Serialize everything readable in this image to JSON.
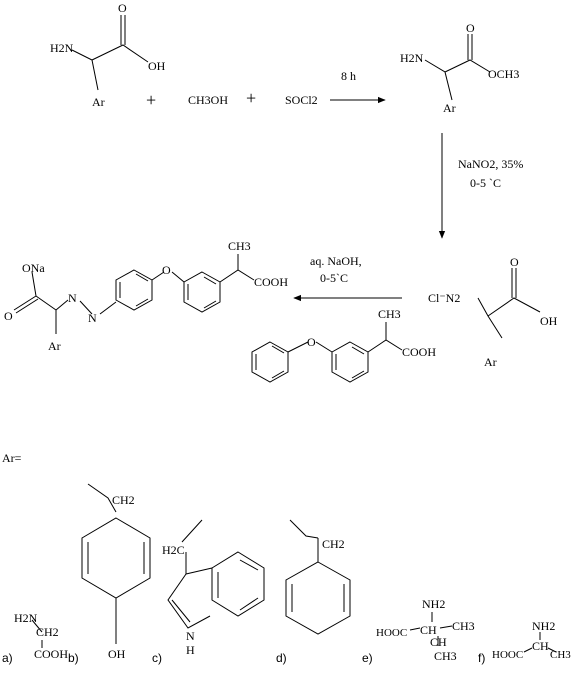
{
  "scheme": {
    "reactant": {
      "amine": "H2N",
      "carbonyl_o": "O",
      "hydroxyl": "OH",
      "aryl": "Ar"
    },
    "plus1": "+",
    "methanol": "CH3OH",
    "plus2": "+",
    "thionyl_chloride": "SOCl2",
    "step1_condition": "8 h",
    "ester": {
      "amine": "H2N",
      "carbonyl_o": "O",
      "methoxy": "OCH3",
      "aryl": "Ar"
    },
    "step2_conditions": [
      "NaNO2, 35%",
      "0-5 `C"
    ],
    "diazonium": {
      "salt": "Cl⁻N2",
      "carbonyl_o": "O",
      "hydroxyl": "OH",
      "aryl": "Ar"
    },
    "fenoprofen": {
      "ether_o": "O",
      "methyl": "CH3",
      "acid": "COOH"
    },
    "step3_conditions": [
      "aq. NaOH,",
      "0-5`C"
    ],
    "product": {
      "salt": "ONa",
      "carbonyl_o": "O",
      "azo_n1": "N",
      "azo_n2": "N",
      "aryl": "Ar",
      "ether_o": "O",
      "methyl": "CH3",
      "acid": "COOH"
    }
  },
  "legend": {
    "ar_label": "Ar=",
    "options": [
      {
        "letter": "a)",
        "formula": [
          "H2N",
          "CH2",
          "COOH"
        ]
      },
      {
        "letter": "b)",
        "formula": [
          "CH2",
          "OH"
        ]
      },
      {
        "letter": "c)",
        "formula": [
          "H2C",
          "N",
          "H"
        ]
      },
      {
        "letter": "d)",
        "formula": [
          "CH2"
        ]
      },
      {
        "letter": "e)",
        "formula": [
          "NH2",
          "HOOC",
          "CH",
          "CH",
          "CH3",
          "CH3"
        ]
      },
      {
        "letter": "f)",
        "formula": [
          "NH2",
          "HOOC",
          "CH",
          "CH3"
        ]
      }
    ]
  }
}
